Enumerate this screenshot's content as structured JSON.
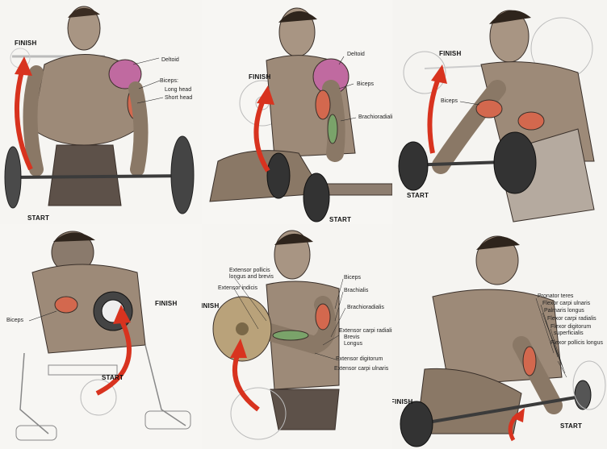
{
  "colors": {
    "arrow": "#d8331f",
    "muscle": "#c85a4e",
    "skin": "#9a8a7c",
    "outline": "#3a302a",
    "bar": "#3b3b3b"
  },
  "panels": [
    {
      "id": "standing-barbell-curl",
      "finish": "FINISH",
      "start": "START",
      "labels": {
        "deltoid": "Deltoid",
        "biceps": "Biceps:",
        "long_head": "Long head",
        "short_head": "Short head"
      }
    },
    {
      "id": "seated-dumbbell-curl",
      "finish": "FINISH",
      "start": "START",
      "labels": {
        "deltoid": "Deltoid",
        "biceps": "Biceps",
        "brachioradialis": "Brachioradialis"
      }
    },
    {
      "id": "preacher-curl",
      "finish": "FINISH",
      "start": "START",
      "labels": {
        "biceps": "Biceps"
      }
    },
    {
      "id": "concentration-curl",
      "finish": "FINISH",
      "start": "START",
      "labels": {
        "biceps": "Biceps"
      }
    },
    {
      "id": "reverse-curl",
      "finish": "FINISH",
      "labels": {
        "ext_pollicis": "Extensor pollicis",
        "ext_pollicis_2": "longus and brevis",
        "ext_indicis": "Extensor indicis",
        "biceps": "Biceps",
        "brachialis": "Brachialis",
        "brachioradialis": "Brachioradialis",
        "ecr": "Extensor carpi radialis:",
        "brevis": "Brevis",
        "longus": "Longus",
        "ext_digitorum": "Extensor digitorum",
        "ecu": "Extensor carpi ulnaris"
      }
    },
    {
      "id": "wrist-curl",
      "finish": "FINISH",
      "start": "START",
      "labels": {
        "pronator": "Pronator teres",
        "fcu": "Flexor carpi ulnaris",
        "palmaris": "Palmaris longus",
        "fcr": "Flexor carpi radialis",
        "fds": "Flexor digitorum",
        "fds_2": "superficialis",
        "fpl": "Flexor pollicis longus"
      }
    }
  ]
}
